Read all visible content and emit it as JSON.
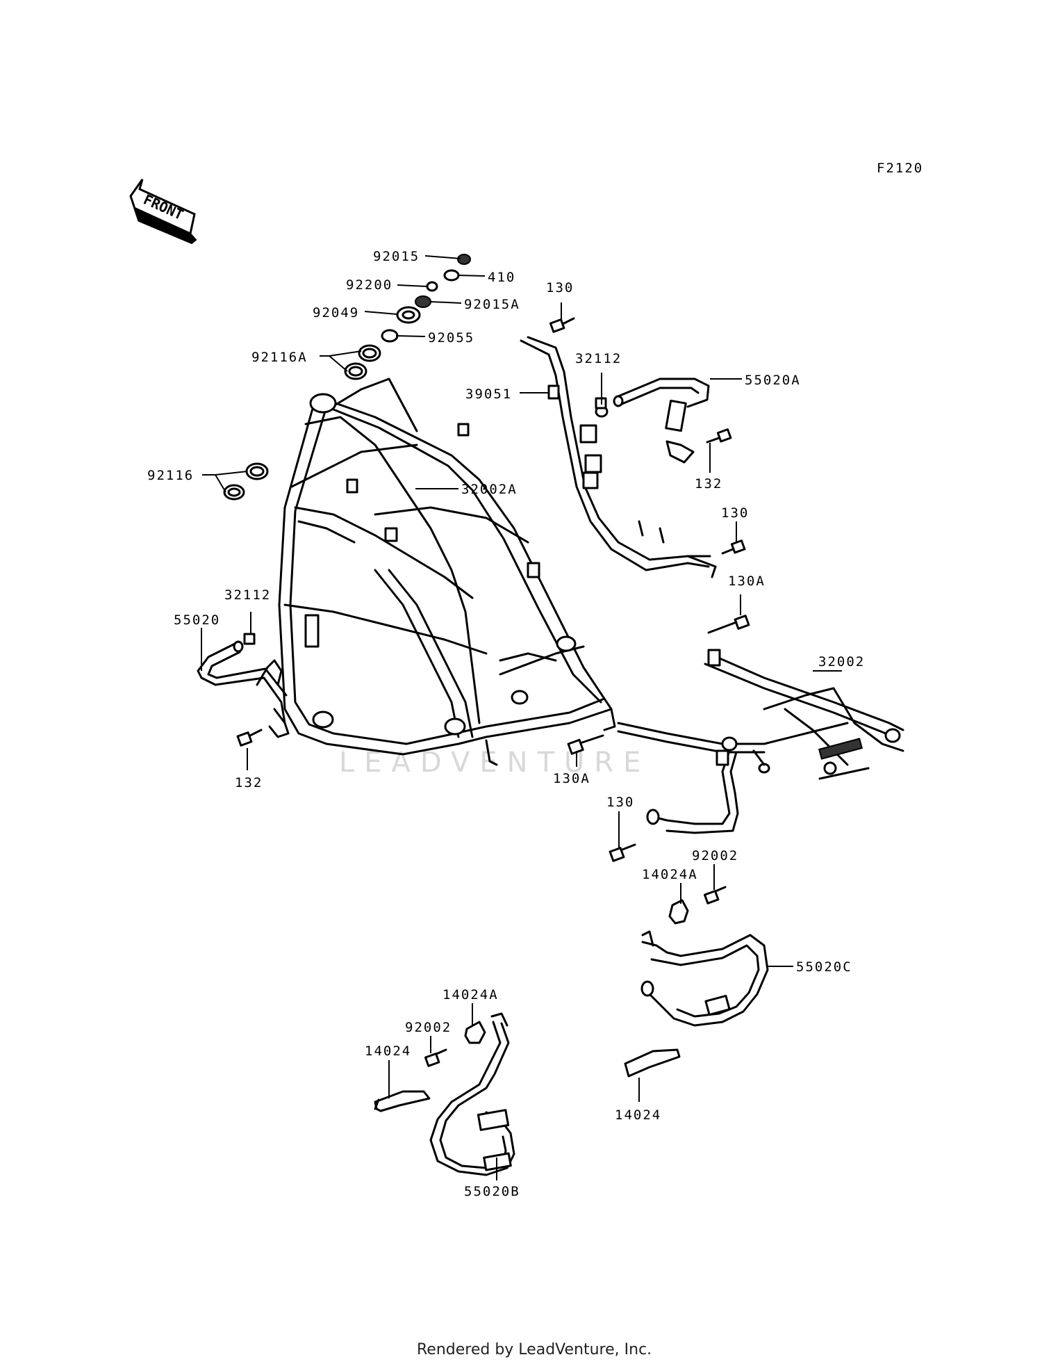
{
  "diagram_code": "F2120",
  "front_label": "FRONT",
  "watermark": "LEADVENTURE",
  "footer": "Rendered by LeadVenture, Inc.",
  "callouts": [
    {
      "id": "p92015",
      "label": "92015"
    },
    {
      "id": "p410",
      "label": "410"
    },
    {
      "id": "p92200",
      "label": "92200"
    },
    {
      "id": "p92015A",
      "label": "92015A"
    },
    {
      "id": "p92049",
      "label": "92049"
    },
    {
      "id": "p92055",
      "label": "92055"
    },
    {
      "id": "p92116A",
      "label": "92116A"
    },
    {
      "id": "p92116",
      "label": "92116"
    },
    {
      "id": "p32002A",
      "label": "32002A"
    },
    {
      "id": "p130a",
      "label": "130"
    },
    {
      "id": "p32112a",
      "label": "32112"
    },
    {
      "id": "p39051",
      "label": "39051"
    },
    {
      "id": "p55020A",
      "label": "55020A"
    },
    {
      "id": "p132a",
      "label": "132"
    },
    {
      "id": "p130b",
      "label": "130"
    },
    {
      "id": "p130Aa",
      "label": "130A"
    },
    {
      "id": "p32002",
      "label": "32002"
    },
    {
      "id": "p32112b",
      "label": "32112"
    },
    {
      "id": "p55020",
      "label": "55020"
    },
    {
      "id": "p132b",
      "label": "132"
    },
    {
      "id": "p130Ab",
      "label": "130A"
    },
    {
      "id": "p130c",
      "label": "130"
    },
    {
      "id": "p92002a",
      "label": "92002"
    },
    {
      "id": "p14024Aa",
      "label": "14024A"
    },
    {
      "id": "p55020C",
      "label": "55020C"
    },
    {
      "id": "p14024Ab",
      "label": "14024A"
    },
    {
      "id": "p92002b",
      "label": "92002"
    },
    {
      "id": "p14024a",
      "label": "14024"
    },
    {
      "id": "p14024b",
      "label": "14024"
    },
    {
      "id": "p55020B",
      "label": "55020B"
    }
  ]
}
